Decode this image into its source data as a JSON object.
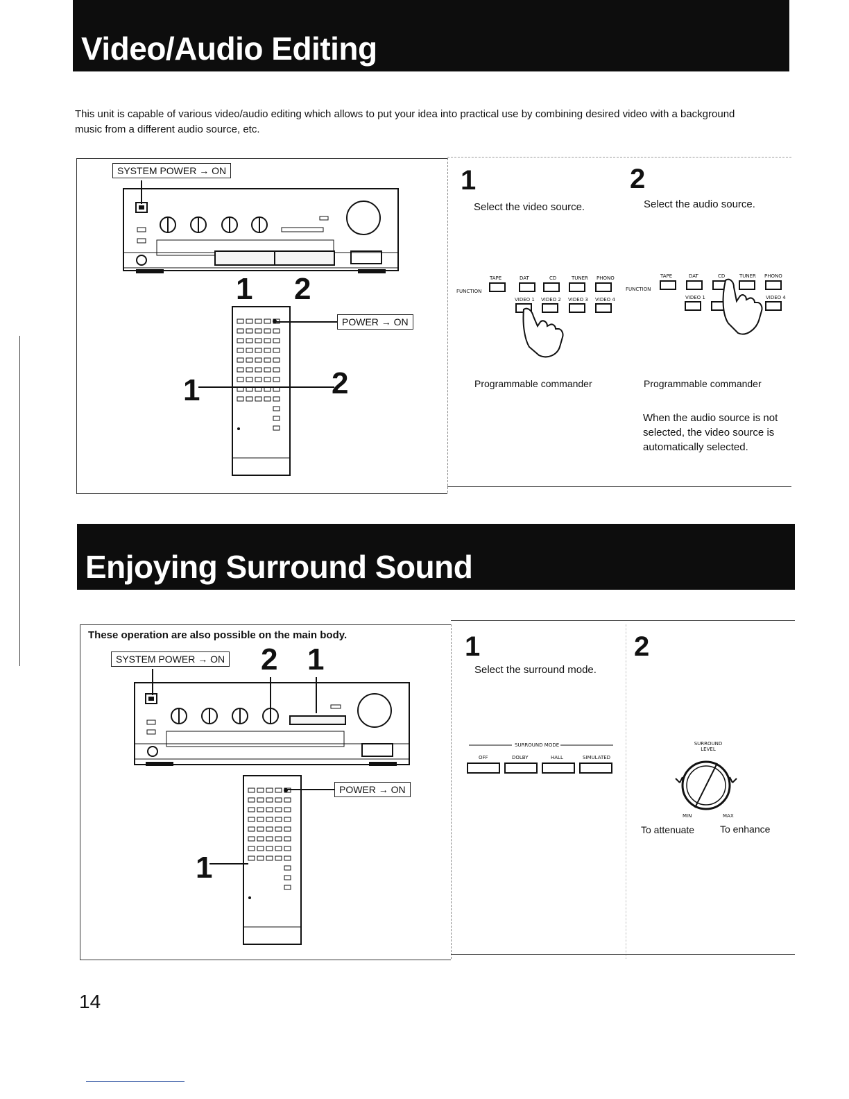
{
  "sections": {
    "editing": {
      "title": "Video/Audio Editing",
      "intro": "This unit is capable of various video/audio editing which allows to put your idea into practical use by combining desired video with a background music from a different audio source, etc.",
      "system_power_label": "SYSTEM POWER → ON",
      "power_label": "POWER → ON",
      "callout_1": "1",
      "callout_2": "2",
      "step1": {
        "number": "1",
        "text": "Select the video source.",
        "caption": "Programmable commander"
      },
      "step2": {
        "number": "2",
        "text": "Select the audio source.",
        "caption": "Programmable commander",
        "note": "When the audio source is not selected, the video source is automatically selected."
      },
      "function_label": "FUNCTION",
      "function_buttons": [
        "TAPE",
        "DAT",
        "CD",
        "TUNER",
        "PHONO"
      ],
      "video_buttons": [
        "VIDEO 1",
        "VIDEO 2",
        "VIDEO 3",
        "VIDEO 4"
      ]
    },
    "surround": {
      "title": "Enjoying Surround Sound",
      "subheading": "These operation are also possible on the main body.",
      "system_power_label": "SYSTEM POWER → ON",
      "power_label": "POWER → ON",
      "callout_top_2": "2",
      "callout_top_1": "1",
      "callout_remote_1": "1",
      "step1": {
        "number": "1",
        "text": "Select the surround mode."
      },
      "step2": {
        "number": "2",
        "attenuate": "To attenuate",
        "enhance": "To enhance"
      },
      "mode_label": "SURROUND MODE",
      "mode_buttons": [
        "OFF",
        "DOLBY",
        "HALL",
        "SIMULATED"
      ],
      "level_label": "SURROUND LEVEL",
      "min_label": "MIN",
      "max_label": "MAX"
    }
  },
  "page_number": "14"
}
